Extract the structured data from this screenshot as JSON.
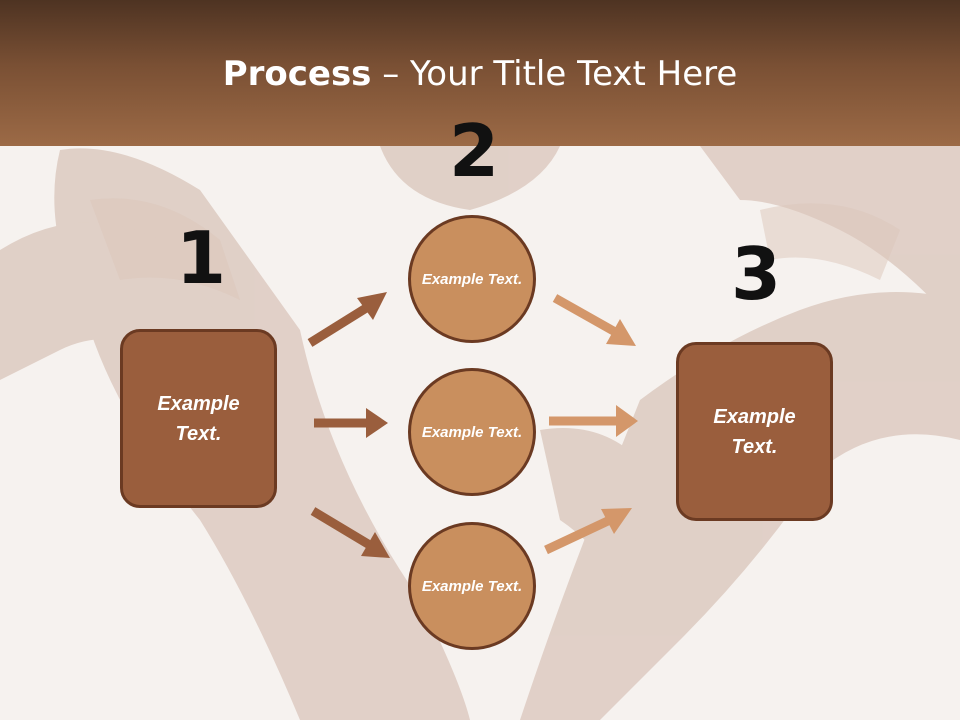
{
  "title": {
    "bold": "Process",
    "rest": " – Your Title Text Here"
  },
  "steps": {
    "one": "1",
    "two": "2",
    "three": "3"
  },
  "nodes": {
    "left_box": "Example Text.",
    "circle_top": "Example Text.",
    "circle_middle": "Example Text.",
    "circle_bottom": "Example Text.",
    "right_box": "Example Text."
  },
  "colors": {
    "header_top": "#4e3322",
    "header_bottom": "#9c6a46",
    "box_fill": "#9a5e3d",
    "circle_fill": "#c98f5e",
    "outline": "#6b3a22",
    "arrow_left": "#9a5e3d",
    "arrow_right": "#d4976a"
  }
}
